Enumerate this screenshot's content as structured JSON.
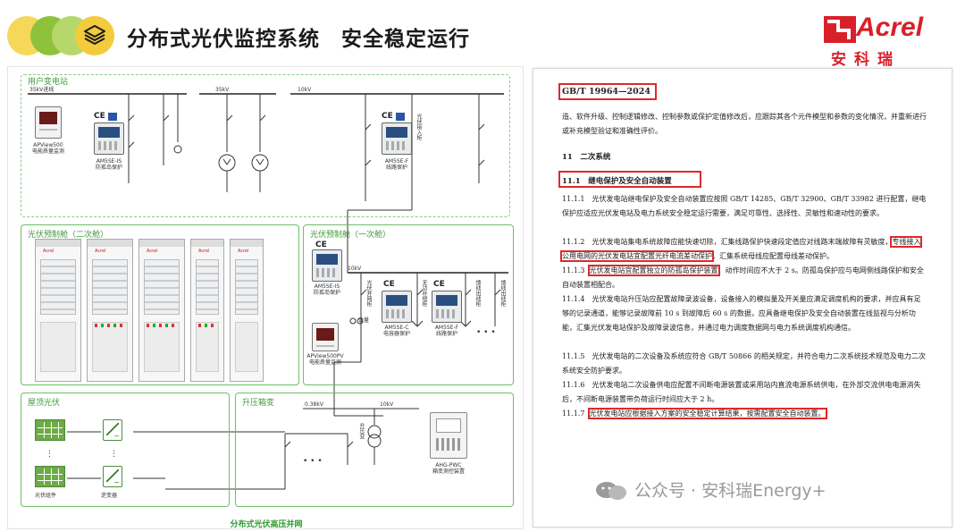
{
  "header": {
    "title": "分布式光伏监控系统　安全稳定运行",
    "brand_word": "Acrel",
    "brand_cn": "安科瑞",
    "icon": "layers-icon",
    "colors": {
      "yellow": "#f5d85a",
      "green": "#8ec23b",
      "brand_red": "#d9202a"
    }
  },
  "diagram": {
    "sections": {
      "user_substation": "用户变电站",
      "pv_panel_secondary": "光伏预制舱（二次舱）",
      "pv_panel_primary": "光伏预制舱（一次舱）",
      "rooftop_pv": "屋顶光伏",
      "booster_box": "升压箱变"
    },
    "labels": {
      "inlet": "35kV进线",
      "bus_35kv": "35kV",
      "bus_10kv": "10kV",
      "bus_10kv_b": "10kV",
      "v038": "0.38kV",
      "v10": "10kV",
      "booster": "升压变",
      "pv_component": "光伏组件",
      "inverter": "逆变器",
      "pv_incoming": "光伏接入柜",
      "pv_incoming_b": "光伏并网柜",
      "capacitor_cab": "无功补偿柜",
      "load_cab": "馈线出线柜",
      "metering": "计量"
    },
    "devices": {
      "apview500": "APView500\n电能质量监测",
      "am5se_is": "AM5SE-IS\n防孤岛保护",
      "am5se_f": "AM5SE-F\n线路保护",
      "am5se_is_b": "AM5SE-IS\n防孤岛保护",
      "am5se_c": "AM5SE-C\n电容器保护",
      "am5se_f_b": "AM5SE-F\n线路保护",
      "apview500pv": "APView500PV\n电能质量监测",
      "ahg_pwc": "AHG-PWC\n箱变测控装置"
    },
    "caption": "分布式光伏高压并网"
  },
  "document": {
    "standard": "GB/T 19964—2024",
    "intro": "造、软件升级、控制逻辑修改、控制参数或保护定值修改后，应跟踪其各个元件模型和参数的变化情况，并重新进行或补充模型验证和准确性评价。",
    "sec11": "11　二次系统",
    "sec11_1": "11.1　继电保护及安全自动装置",
    "p11_1_1": "11.1.1　光伏发电站继电保护及安全自动装置应按照 GB/T 14285、GB/T 32900、GB/T 33982 进行配置，继电保护应适应光伏发电站及电力系统安全稳定运行需要，满足可靠性、选择性、灵敏性和速动性的要求。",
    "p11_1_2_a": "11.1.2　光伏发电站集电系统故障应能快速切除，汇集线路保护快速段定值应对线路末端故障有灵敏度，",
    "p11_1_2_hl": "专线接入公用电网的光伏发电站宜配置光纤电流差动保护",
    "p11_1_2_b": "，汇集系统母线应配置母线差动保护。",
    "p11_1_3_num": "11.1.3",
    "p11_1_3_hl": "光伏发电站宜配置独立的防孤岛保护装置",
    "p11_1_3_b": "，动作时间应不大于 2 s。防孤岛保护应与电网侧线路保护和安全自动装置相配合。",
    "p11_1_4": "11.1.4　光伏发电站升压站应配置故障录波设备，设备接入的模拟量及开关量应满足调度机构的要求，并应具有足够的记录通道，能够记录故障前 10 s 到故障后 60 s 的数据，应具备继电保护及安全自动装置在线监视与分析功能，汇集光伏发电站保护及故障录波信息，并通过电力调度数据网与电力系统调度机构通信。",
    "p11_1_5": "11.1.5　光伏发电站的二次设备及系统应符合 GB/T 50866 的相关规定，并符合电力二次系统技术规范及电力二次系统安全防护要求。",
    "p11_1_6": "11.1.6　光伏发电站二次设备供电应配置不间断电源装置或采用站内直流电源系统供电，在外部交流供电电源消失后，不间断电源装置带负荷运行时间应大于 2 h。",
    "p11_1_7_num": "11.1.7",
    "p11_1_7_hl": "光伏发电站应根据接入方案的安全稳定计算结果，按需配置安全自动装置。",
    "highlight_color": "#e0282a"
  },
  "watermark": {
    "text": "公众号 · 安科瑞Energy+",
    "icon": "wechat-icon"
  }
}
